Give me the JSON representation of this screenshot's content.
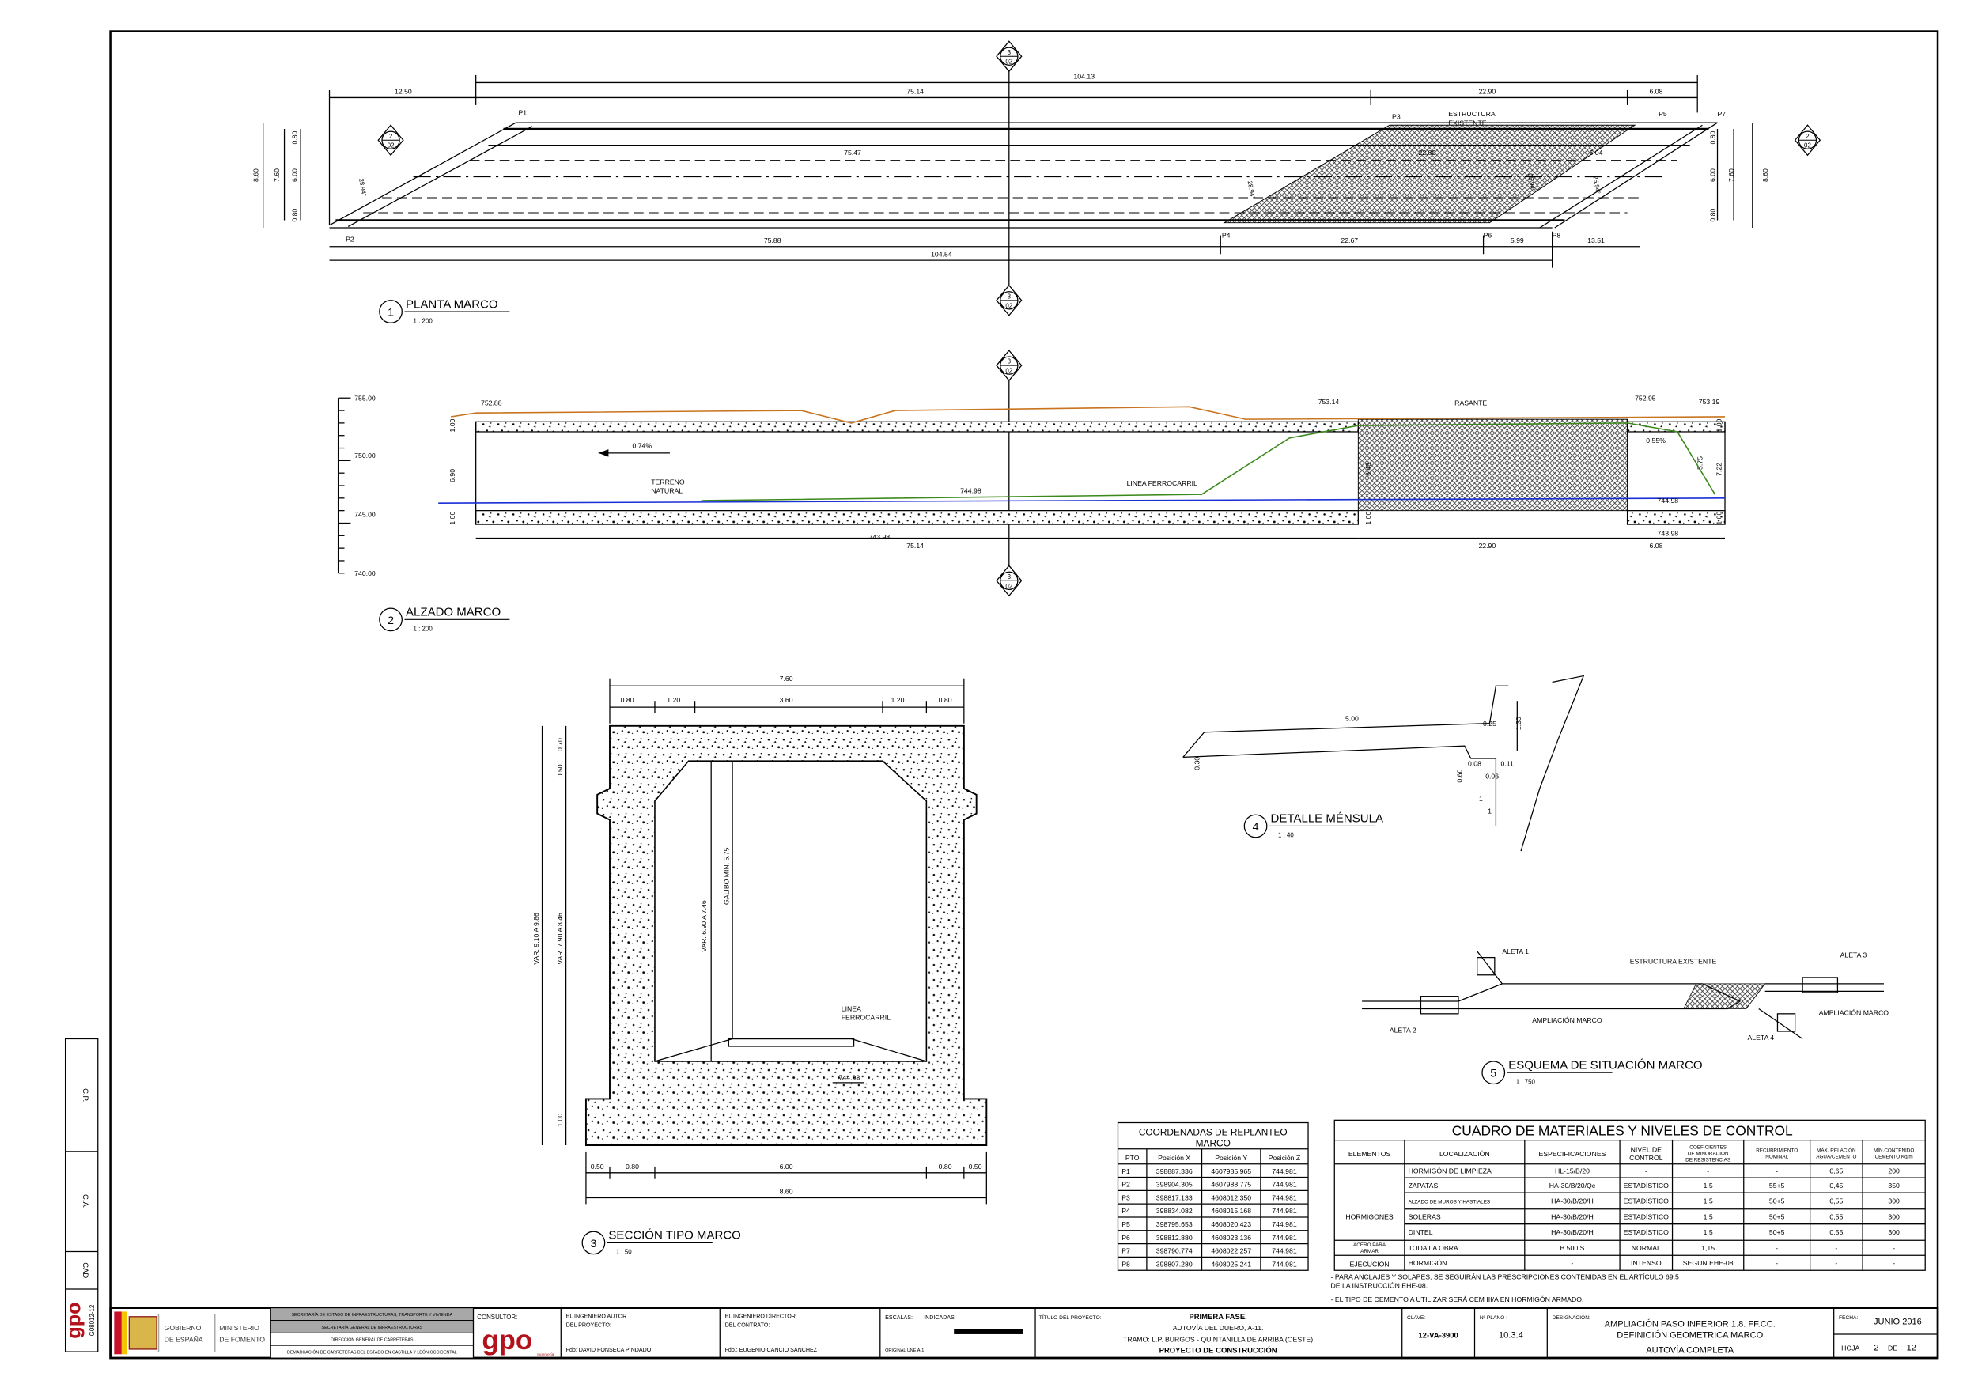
{
  "colors": {
    "rasante": "#c8741e",
    "ferrocarril": "#3d8a1c",
    "terreno": "#1a2fd6",
    "gray_cell": "#a8a8a8",
    "flag_red": "#c8102e",
    "flag_yellow": "#f4c400",
    "logo_red": "#b3121c"
  },
  "section_marker": {
    "top": "3",
    "bottom": "02",
    "side_top": "2"
  },
  "plan": {
    "number": "1",
    "title": "PLANTA MARCO",
    "scale": "1 : 200",
    "top_dims": [
      "104.13",
      "12.50",
      "75.14",
      "22.90",
      "6.08"
    ],
    "inner_dims": [
      "75.47",
      "22.80",
      "6.04"
    ],
    "bottom_dims": [
      "75.88",
      "22.67",
      "5.99",
      "13.51",
      "104.54"
    ],
    "left_dims": [
      "8.60",
      "7.60",
      "6.00",
      "0.80",
      "0.80"
    ],
    "right_dims": [
      "0.80",
      "6.00",
      "0.80",
      "7.60",
      "8.60"
    ],
    "angles": [
      "28.94°",
      "28.94°",
      "25.94°",
      "25.94°"
    ],
    "points": [
      "P1",
      "P2",
      "P3",
      "P4",
      "P5",
      "P6",
      "P7",
      "P8"
    ],
    "existing_label": [
      "ESTRUCTURA",
      "EXISTENTE"
    ]
  },
  "elevation": {
    "number": "2",
    "title": "ALZADO MARCO",
    "scale": "1 : 200",
    "axis": [
      "755.00",
      "750.00",
      "745.00",
      "740.00"
    ],
    "levels": [
      "752.88",
      "753.14",
      "752.95",
      "753.19",
      "744.98",
      "743.98",
      "744.98",
      "743.98"
    ],
    "dims": [
      "1.00",
      "6.90",
      "1.00",
      "75.14",
      "22.90",
      "6.08",
      "1.00",
      "7.22",
      "5.75",
      "1.00",
      "1.00",
      "6.48"
    ],
    "slopes": [
      "0.74%",
      "0.55%"
    ],
    "labels": {
      "rasante": "RASANTE",
      "terreno": [
        "TERRENO",
        "NATURAL"
      ],
      "ferrocarril": "LINEA FERROCARRIL"
    }
  },
  "section": {
    "number": "3",
    "title": "SECCIÓN TIPO MARCO",
    "scale": "1 : 50",
    "top_dims": [
      "7.60",
      "0.80",
      "1.20",
      "3.60",
      "1.20",
      "0.80"
    ],
    "bottom_dims": [
      "0.50",
      "0.80",
      "6.00",
      "0.80",
      "0.50",
      "8.60"
    ],
    "vert": [
      "VAR. 9.10 A 9.86",
      "VAR. 7.90 A 8.46",
      "0.70",
      "0.50",
      "1.00",
      "VAR. 6.90 A 7.46",
      "GALIBO MIN. 5.75"
    ],
    "level": "744.98",
    "rail_label": [
      "LINEA",
      "FERROCARRIL"
    ]
  },
  "detail": {
    "number": "4",
    "title": "DETALLE MÉNSULA",
    "scale": "1 : 40",
    "dims": [
      "5.00",
      "1.30",
      "0.25",
      "0.08",
      "0.11",
      "0.06",
      "0.60",
      "0.30",
      "1",
      "1"
    ]
  },
  "scheme": {
    "number": "5",
    "title": "ESQUEMA DE SITUACIÓN MARCO",
    "scale": "1 : 750",
    "labels": [
      "ALETA 1",
      "ESTRUCTURA EXISTENTE",
      "ALETA 3",
      "AMPLIACIÓN MARCO",
      "AMPLIACIÓN MARCO",
      "ALETA 2",
      "ALETA 4"
    ]
  },
  "coords_table": {
    "title": [
      "COORDENADAS DE REPLANTEO",
      "MARCO"
    ],
    "headers": [
      "PTO",
      "Posición X",
      "Posición Y",
      "Posición Z"
    ],
    "rows": [
      [
        "P1",
        "398887.336",
        "4607985.965",
        "744.981"
      ],
      [
        "P2",
        "398904.305",
        "4607988.775",
        "744.981"
      ],
      [
        "P3",
        "398817.133",
        "4608012.350",
        "744.981"
      ],
      [
        "P4",
        "398834.082",
        "4608015.168",
        "744.981"
      ],
      [
        "P5",
        "398795.653",
        "4608020.423",
        "744.981"
      ],
      [
        "P6",
        "398812.880",
        "4608023.136",
        "744.981"
      ],
      [
        "P7",
        "398790.774",
        "4608022.257",
        "744.981"
      ],
      [
        "P8",
        "398807.280",
        "4608025.241",
        "744.981"
      ]
    ]
  },
  "materials_table": {
    "title": "CUADRO DE MATERIALES Y NIVELES DE CONTROL",
    "headers": [
      [
        "ELEMENTOS"
      ],
      [
        "LOCALIZACIÓN"
      ],
      [
        "ESPECIFICACIONES"
      ],
      [
        "NIVEL DE",
        "CONTROL"
      ],
      [
        "COEFICIENTES",
        "DE MINORACIÓN",
        "DE RESISTENCIAS"
      ],
      [
        "RECUBRIMIENTO",
        "NOMINAL"
      ],
      [
        "MÁX. RELACIÓN",
        "AGUA/CEMENTO"
      ],
      [
        "MÍN.CONTENIDO",
        "CEMENTO Kg/m"
      ]
    ],
    "groups": [
      [
        "HORMIGONES"
      ],
      [
        "ACERO PARA",
        "ARMAR"
      ],
      [
        "EJECUCIÓN"
      ]
    ],
    "rows": [
      [
        "HORMIGÓN DE LIMPIEZA",
        "HL-15/B/20",
        "-",
        "-",
        "-",
        "0,65",
        "200"
      ],
      [
        "ZAPATAS",
        "HA-30/B/20/Qc",
        "ESTADÍSTICO",
        "1,5",
        "55+5",
        "0,45",
        "350"
      ],
      [
        "ALZADO DE MUROS Y HASTIALES",
        "HA-30/B/20/H",
        "ESTADÍSTICO",
        "1,5",
        "50+5",
        "0,55",
        "300"
      ],
      [
        "SOLERAS",
        "HA-30/B/20/H",
        "ESTADÍSTICO",
        "1,5",
        "50+5",
        "0,55",
        "300"
      ],
      [
        "DINTEL",
        "HA-30/B/20/H",
        "ESTADÍSTICO",
        "1,5",
        "50+5",
        "0,55",
        "300"
      ],
      [
        "TODA LA OBRA",
        "B 500 S",
        "NORMAL",
        "1,15",
        "-",
        "-",
        "-"
      ],
      [
        "HORMIGÓN",
        "-",
        "INTENSO",
        "SEGUN EHE-08",
        "-",
        "-",
        "-"
      ]
    ],
    "notes": [
      "- PARA ANCLAJES Y SOLAPES, SE SEGUIRÁN LAS PRESCRIPCIONES CONTENIDAS EN EL ARTÍCULO 69.5",
      "  DE LA INSTRUCCIÓN EHE-08.",
      "- EL TIPO DE CEMENTO A UTILIZAR SERÁ CEM III/A EN HORMIGÓN ARMADO."
    ]
  },
  "side_strip": {
    "cells": [
      "C.P.",
      "C.A.",
      "CAD"
    ],
    "code": "G08012-12",
    "logo": "gpo"
  },
  "title_block": {
    "gobierno": [
      "GOBIERNO",
      "DE ESPAÑA"
    ],
    "ministerio": [
      "MINISTERIO",
      "DE FOMENTO"
    ],
    "departments": [
      "SECRETARÍA DE ESTADO DE INFRAESTRUCTURAS, TRANSPORTE Y VIVIENDA",
      "SECRETARÍA GENERAL DE INFRAESTRUCTURAS",
      "DIRECCIÓN GENERAL DE CARRETERAS",
      "DEMARCACIÓN DE CARRETERAS DEL ESTADO EN CASTILLA Y LEÓN OCCIDENTAL"
    ],
    "consultor_label": "CONSULTOR:",
    "consultor_logo": "gpo",
    "consultor_sub": "Ingeniería",
    "autor_label": [
      "EL INGENIERO AUTOR",
      "DEL PROYECTO:"
    ],
    "autor_name": "Fdo: DAVID FONSECA PINDADO",
    "director_label": [
      "EL INGENIERO DIRECTOR",
      "DEL CONTRATO:"
    ],
    "director_name": "Fdo.: EUGENIO CANCIO SÁNCHEZ",
    "escalas_label": "ESCALAS:",
    "escalas_value": "INDICADAS",
    "original": "ORIGINAL UNE A-1",
    "titulo_label": "TÍTULO DEL PROYECTO:",
    "titulo": [
      "PRIMERA FASE.",
      "AUTOVÍA DEL DUERO, A-11.",
      "TRAMO: L.P. BURGOS - QUINTANILLA DE ARRIBA (OESTE)",
      "PROYECTO DE CONSTRUCCIÓN"
    ],
    "clave_label": "CLAVE:",
    "clave": "12-VA-3900",
    "plano_label": "Nº PLANO :",
    "plano": "10.3.4",
    "designacion_label": "DESIGNACIÓN:",
    "designacion": [
      "AMPLIACIÓN PASO INFERIOR 1.8. FF.CC.",
      "DEFINICIÓN GEOMETRICA MARCO",
      "AUTOVÍA COMPLETA"
    ],
    "fecha_label": "FECHA:",
    "fecha": "JUNIO 2016",
    "hoja_label": "HOJA",
    "hoja": "2",
    "de_label": "DE",
    "total": "12"
  }
}
